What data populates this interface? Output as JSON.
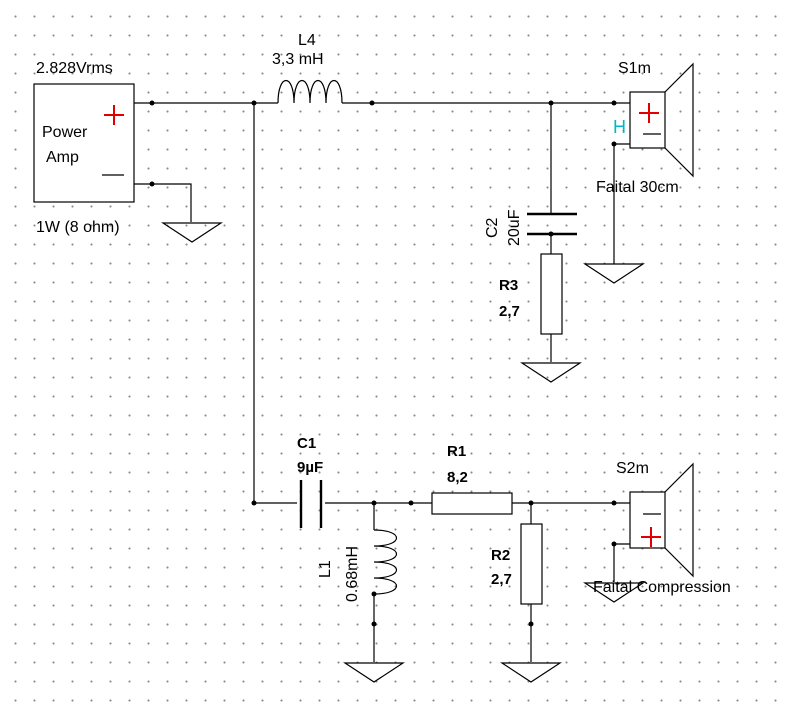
{
  "amplifier": {
    "voltage": "2.828Vrms",
    "name_line1": "Power",
    "name_line2": "Amp",
    "power": "1W (8 ohm)"
  },
  "components": {
    "L4": {
      "ref": "L4",
      "value": "3,3 mH"
    },
    "C2": {
      "ref": "C2",
      "value": "20uF"
    },
    "R3": {
      "ref": "R3",
      "value": "2,7"
    },
    "C1": {
      "ref": "C1",
      "value": "9µF"
    },
    "R1": {
      "ref": "R1",
      "value": "8,2"
    },
    "L1": {
      "ref": "L1",
      "value": "0.68mH"
    },
    "R2": {
      "ref": "R2",
      "value": "2,7"
    }
  },
  "speakers": {
    "S1m": {
      "ref": "S1m",
      "model": "Faital 30cm",
      "marker": "H"
    },
    "S2m": {
      "ref": "S2m",
      "model": "Faital Compression"
    }
  }
}
